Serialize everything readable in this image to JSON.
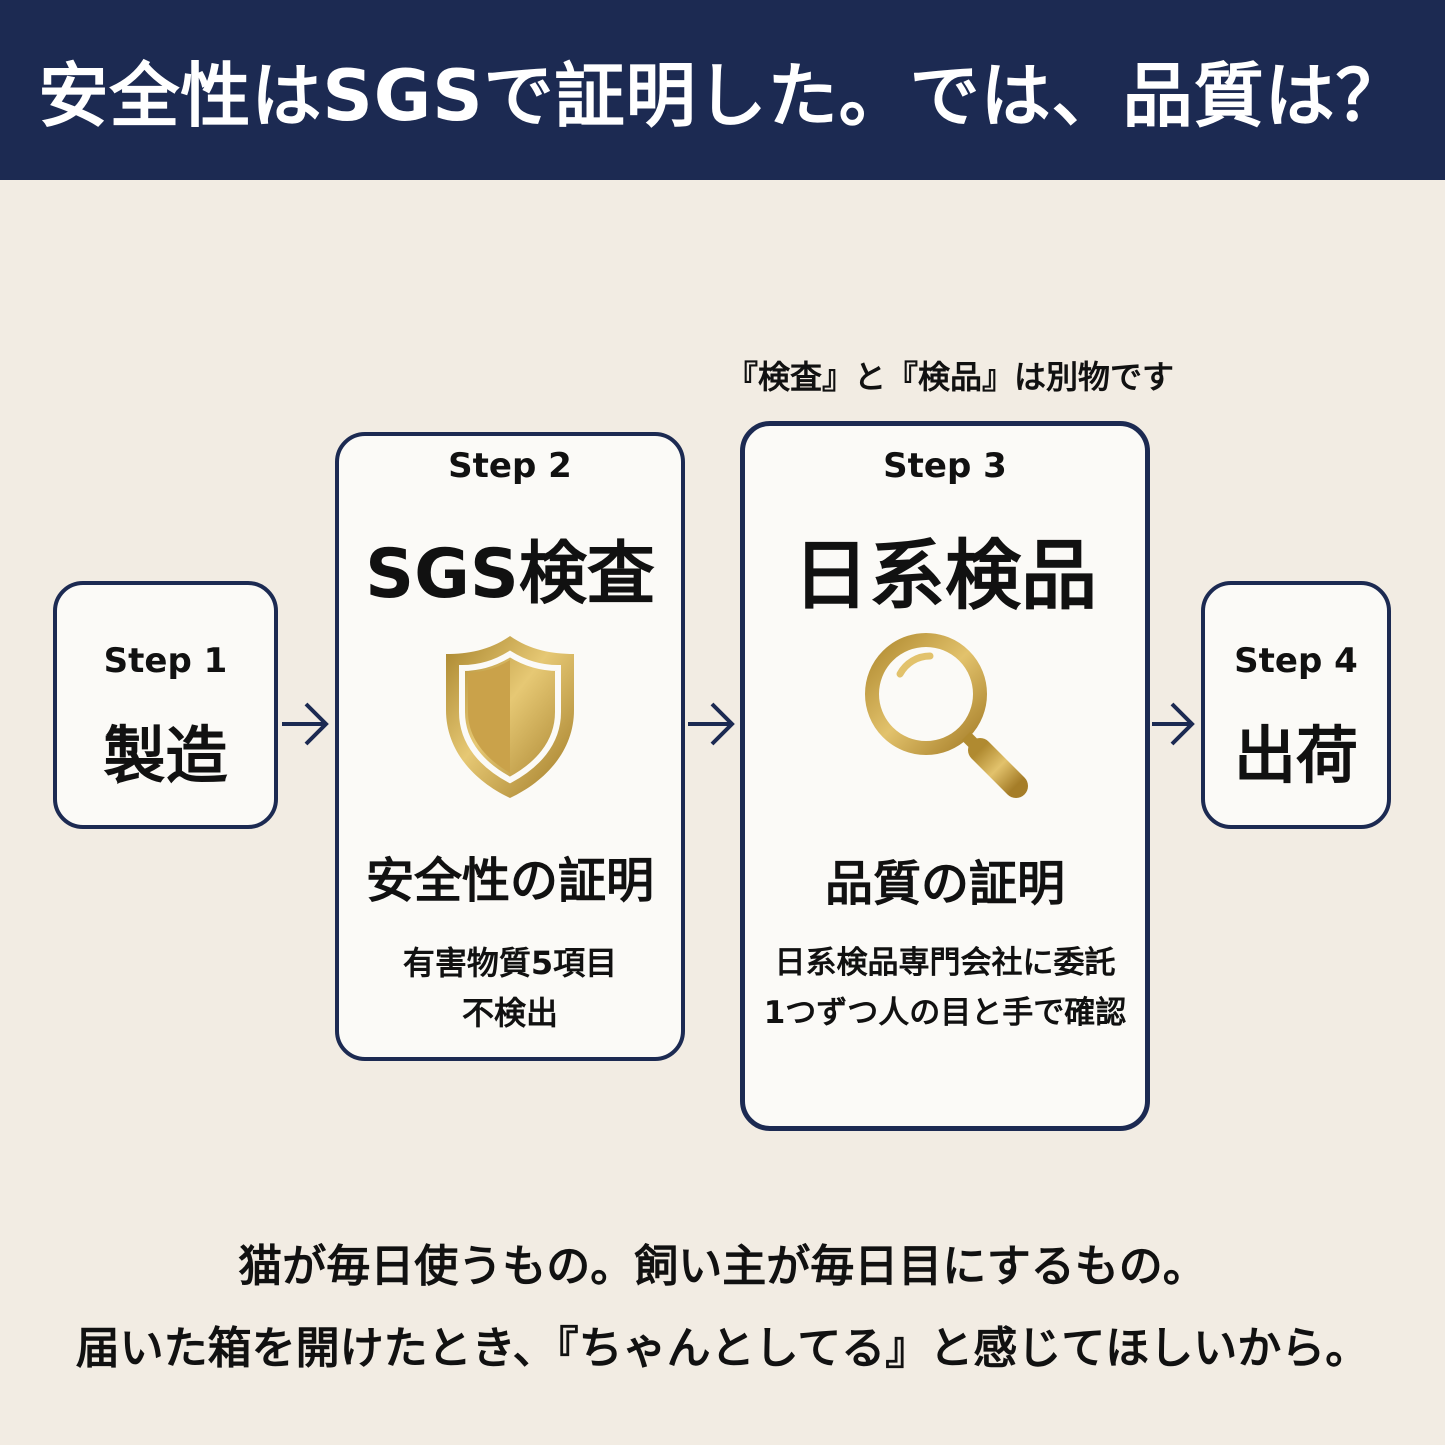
{
  "header": {
    "title": "安全性はSGSで証明した。では、品質は？"
  },
  "note": "『検査』と『検品』は別物です",
  "steps": [
    {
      "label": "Step 1",
      "name": "製造"
    },
    {
      "label": "Step 2",
      "name": "SGS検査",
      "icon": "shield-icon",
      "proof": "安全性の証明",
      "desc": [
        "有害物質5項目",
        "不検出"
      ]
    },
    {
      "label": "Step 3",
      "name": "日系検品",
      "icon": "magnifier-icon",
      "proof": "品質の証明",
      "desc": [
        "日系検品専門会社に委託",
        "1つずつ人の目と手で確認"
      ]
    },
    {
      "label": "Step 4",
      "name": "出荷"
    }
  ],
  "footer": {
    "line1": "猫が毎日使うもの。飼い主が毎日目にするもの。",
    "line2": "届いた箱を開けたとき、『ちゃんとしてる』と感じてほしいから。"
  },
  "colors": {
    "navy": "#1c2a52",
    "background": "#f2ece3",
    "gold": "#c9a545",
    "card": "#fbfaf7"
  }
}
